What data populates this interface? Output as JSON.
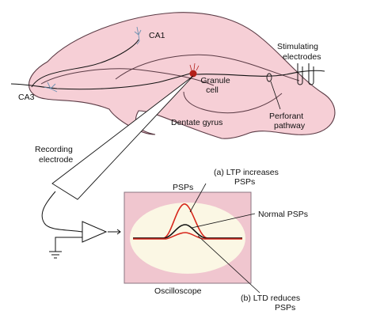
{
  "labels": {
    "ca1": "CA1",
    "ca3": "CA3",
    "stimulating_line1": "Stimulating",
    "stimulating_line2": "electrodes",
    "granule_line1": "Granule",
    "granule_line2": "cell",
    "perforant_line1": "Perforant",
    "perforant_line2": "pathway",
    "dentate_gyrus": "Dentate gyrus",
    "recording_line1": "Recording",
    "recording_line2": "electrode",
    "psps": "PSPs",
    "ltp_line1": "(a)  LTP increases",
    "ltp_line2": "PSPs",
    "normal_psps": "Normal PSPs",
    "ltd_line1": "(b)  LTD  reduces",
    "ltd_line2": "PSPs",
    "oscilloscope": "Oscilloscope"
  },
  "colors": {
    "hippocampus_fill": "#f6cfd6",
    "hippocampus_stroke": "#5a3a44",
    "scope_frame": "#f0c6cf",
    "scope_screen": "#fbf7e4",
    "ltp_trace": "#d7261b",
    "normal_trace": "#111111",
    "ltd_trace": "#d7261b",
    "granule_cell": "#b3201a"
  }
}
